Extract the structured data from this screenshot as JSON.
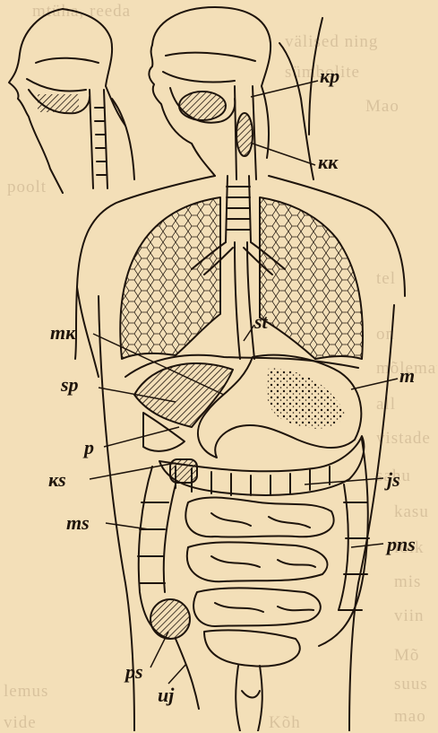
{
  "background_lines": [
    "mtüha, reeda",
    "välised ning",
    "sümbolite",
    "Mao",
    "poolt",
    "tel",
    "on",
    "mõlemat",
    "all",
    "vistade",
    "sahu",
    "kasu",
    "lõik",
    "mis",
    "viin",
    "Mõ",
    "suus",
    "lemus",
    "mao",
    "vide",
    "Kõh"
  ],
  "labels": {
    "kp": "кр",
    "kk": "кк",
    "st": "st",
    "mk": "mк",
    "m": "m",
    "sp": "sp",
    "p": "p",
    "ks": "кs",
    "js": "js",
    "ms": "ms",
    "pns": "pns",
    "ps": "ps",
    "uj": "uj"
  },
  "colors": {
    "paper": "#f3dfb8",
    "ink": "#1e140c",
    "faded_text": "#b9a07e"
  }
}
